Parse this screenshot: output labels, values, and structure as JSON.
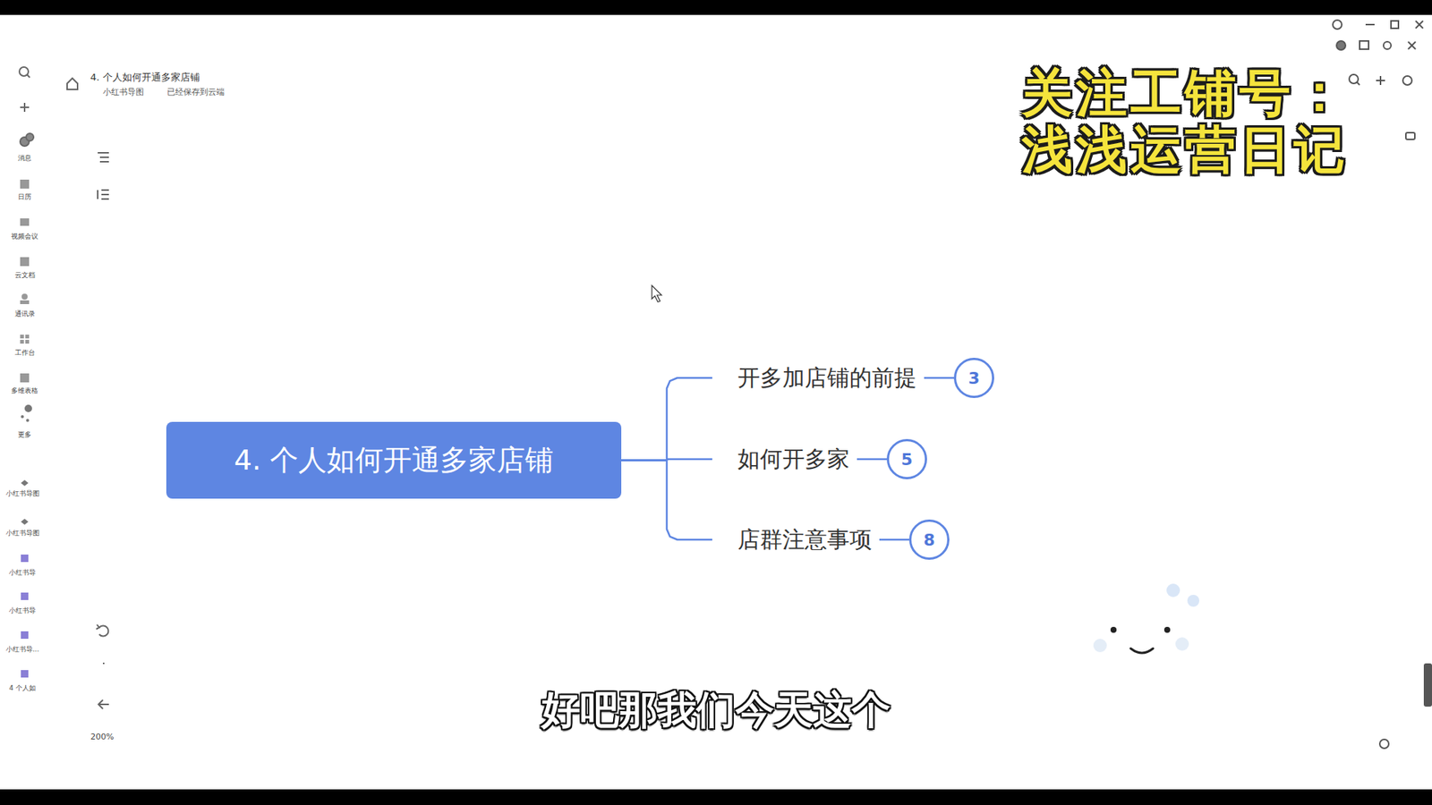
{
  "diagram": {
    "nodes": [
      {
        "text": [
          "4. 个人如何开通多家店铺"
        ]
      },
      {
        "text": [
          "开多加店铺的前提"
        ]
      },
      {
        "text": [
          "如何开多家"
        ]
      },
      {
        "text": [
          "店群注意事项"
        ]
      },
      {
        "text": [
          "3"
        ]
      },
      {
        "text": [
          "5"
        ]
      },
      {
        "text": [
          "8"
        ]
      }
    ],
    "edges": [
      {
        "from": 0,
        "to": 1,
        "arrow": "none"
      },
      {
        "from": 0,
        "to": 2,
        "arrow": "none"
      },
      {
        "from": 0,
        "to": 3,
        "arrow": "none"
      },
      {
        "from": 1,
        "to": 4,
        "arrow": "none"
      },
      {
        "from": 2,
        "to": 5,
        "arrow": "none"
      },
      {
        "from": 3,
        "to": 6,
        "arrow": "none"
      }
    ],
    "labels": [
      "4. 个人如何开通多家店铺",
      "小红书导图",
      "已经保存到云端",
      "消息",
      "日历",
      "视频会议",
      "云文档",
      "通讯录",
      "工作台",
      "多维表格",
      "更多",
      "小红书导图",
      "小红书导图",
      "小红书导",
      "小红书导",
      "小红书导...",
      "4 个人如",
      "200%",
      "关注工铺号：",
      "浅浅运营日记",
      "好吧那我们今天这个"
    ]
  }
}
